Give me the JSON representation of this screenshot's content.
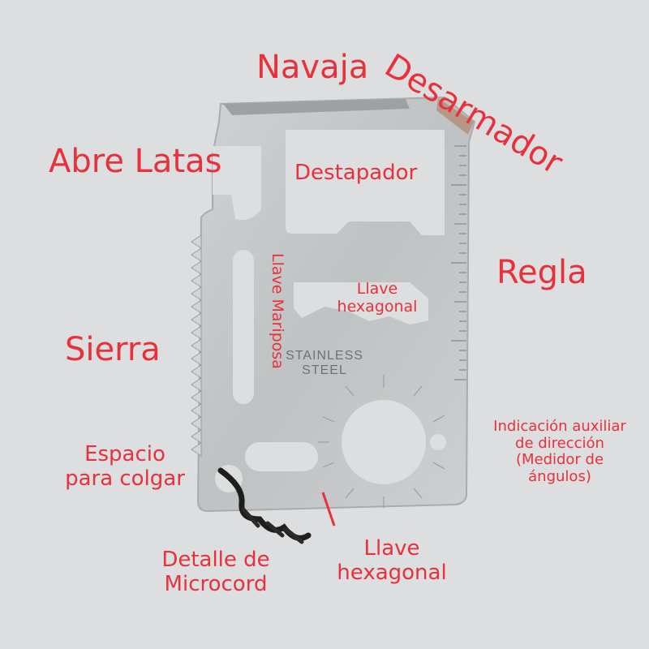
{
  "labels": {
    "navaja": "Navaja",
    "desarmador": "Desarmador",
    "abre_latas": "Abre Latas",
    "destapador": "Destapador",
    "regla": "Regla",
    "llave_mariposa": "Llave Mariposa",
    "llave_hexagonal_inner_1": "Llave",
    "llave_hexagonal_inner_2": "hexagonal",
    "sierra": "Sierra",
    "indicacion_1": "Indicación auxiliar",
    "indicacion_2": "de dirección",
    "indicacion_3": "(Medidor de",
    "indicacion_4": "ángulos)",
    "espacio_1": "Espacio",
    "espacio_2": "para colgar",
    "detalle_1": "Detalle de",
    "detalle_2": "Microcord",
    "llave_hexagonal_1": "Llave",
    "llave_hexagonal_2": "hexagonal"
  },
  "engraving": {
    "line1": "STAINLESS",
    "line2": "STEEL"
  },
  "colors": {
    "label": "#e8313b",
    "background": "#dcdedf",
    "steel": "#c9cbcc"
  }
}
